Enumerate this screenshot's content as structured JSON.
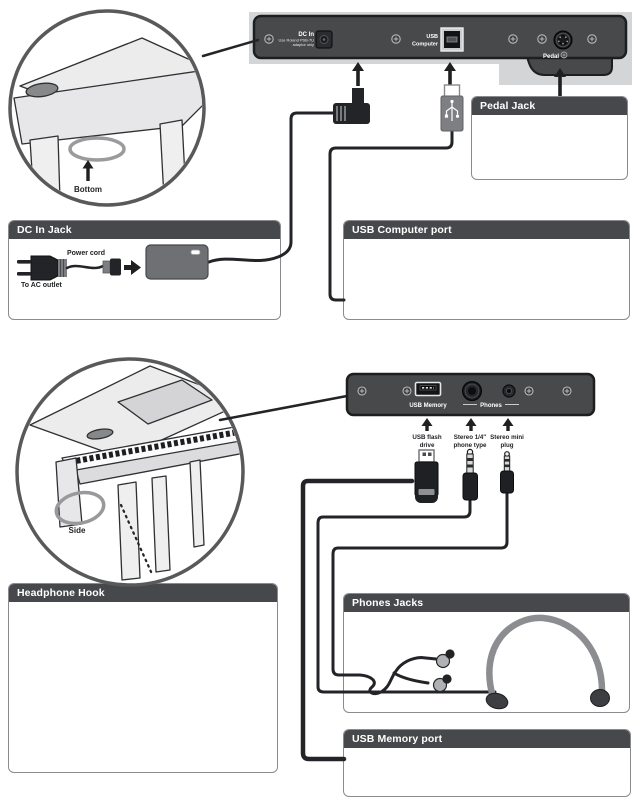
{
  "rear_panel": {
    "dc_in_label": "DC In",
    "dc_in_note1": "Use Roland PSB-7U",
    "dc_in_note2": "adaptor only",
    "usb_line1": "USB",
    "usb_line2": "Computer",
    "pedal_label": "Pedal"
  },
  "side_panel": {
    "usb_memory_label": "USB Memory",
    "phones_label": "Phones"
  },
  "callouts": {
    "bottom": "Bottom",
    "side": "Side"
  },
  "plug_labels": {
    "usb_flash_1": "USB flash",
    "usb_flash_2": "drive",
    "quarter_1": "Stereo 1/4\"",
    "quarter_2": "phone type",
    "mini_1": "Stereo mini",
    "mini_2": "plug"
  },
  "boxes": {
    "dc_in_jack": {
      "title": "DC In Jack",
      "power_cord": "Power cord",
      "to_ac_outlet": "To AC outlet"
    },
    "pedal_jack": {
      "title": "Pedal Jack"
    },
    "usb_computer_port": {
      "title": "USB Computer port"
    },
    "headphone_hook": {
      "title": "Headphone Hook"
    },
    "phones_jacks": {
      "title": "Phones Jacks"
    },
    "usb_memory_port": {
      "title": "USB Memory port"
    }
  },
  "colors": {
    "header_bg": "#47484b",
    "panel_bg": "#48494b",
    "panel_band": "#d4d5d7",
    "cable": "#232427",
    "circle_stroke": "#58595b"
  }
}
